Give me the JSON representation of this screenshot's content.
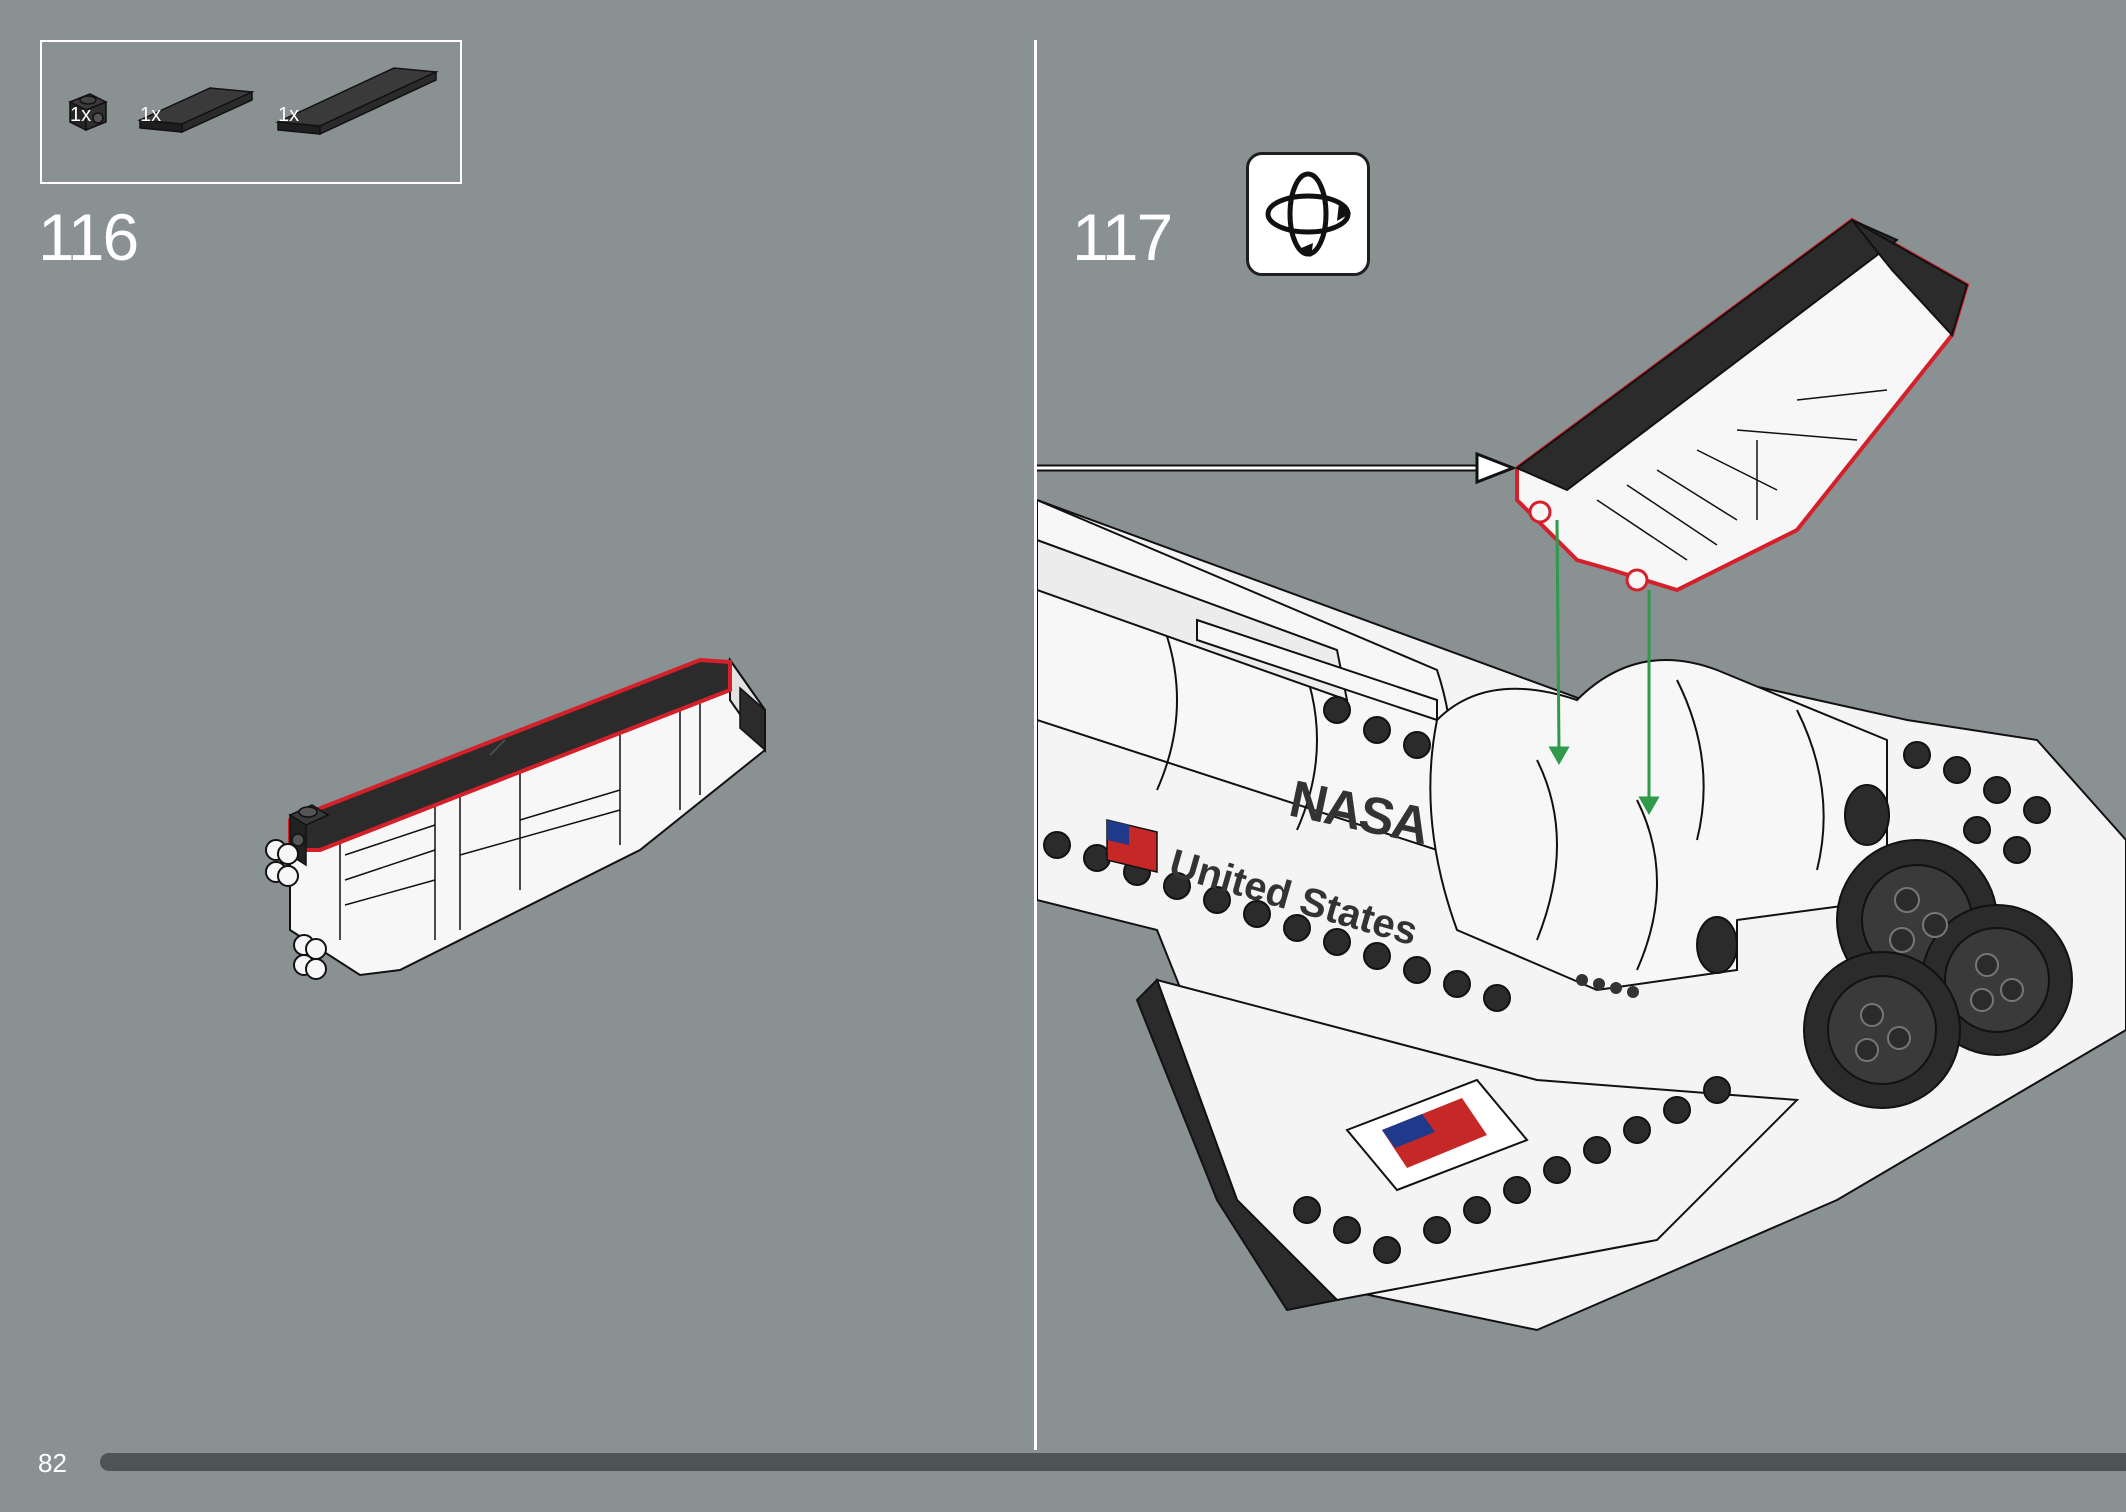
{
  "parts_list": [
    {
      "name": "black-bracket-1x1",
      "qty": "1x"
    },
    {
      "name": "black-tile-1x4",
      "qty": "1x"
    },
    {
      "name": "black-tile-1x6",
      "qty": "1x"
    }
  ],
  "steps": [
    {
      "number": "116"
    },
    {
      "number": "117"
    }
  ],
  "decals": {
    "agency": "NASA",
    "country": "United States"
  },
  "page": {
    "number": "82"
  },
  "colors": {
    "background": "#8a9193",
    "highlight": "#d4202a",
    "arrow_green": "#2e9a4a",
    "brick_black": "#2b2b2b",
    "brick_white": "#f7f7f7"
  },
  "icons": [
    "rotate-model-icon",
    "assembly-arrow-icon"
  ]
}
